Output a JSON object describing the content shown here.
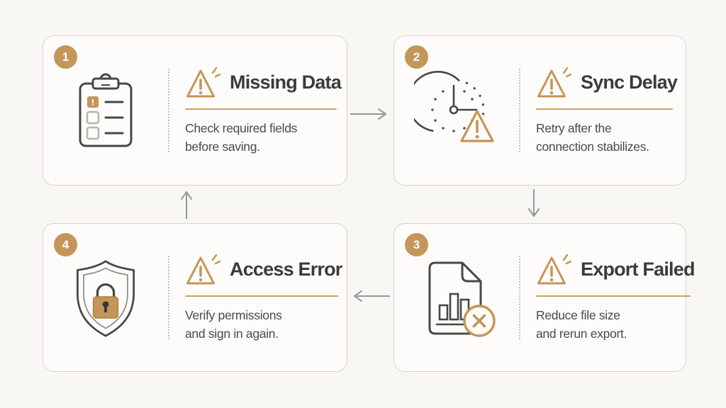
{
  "diagram": {
    "type": "cyclic-flow",
    "theme_colors": {
      "accent_gold": "#c49659",
      "warning_stroke": "#c79455",
      "underline": "#c9a265",
      "title_text": "#3b3b3b",
      "body_text": "#4a4a4a",
      "card_background": "#fdfcfa",
      "page_background": "#f9f7f4",
      "arrow": "#979797"
    },
    "steps": [
      {
        "number": "1",
        "title": "Missing Data",
        "body_lines": [
          "Check required fields",
          "before saving."
        ],
        "icon": "clipboard-checklist-icon"
      },
      {
        "number": "2",
        "title": "Sync Delay",
        "body_lines": [
          "Retry after the",
          "connection stabilizes."
        ],
        "icon": "clock-warning-icon"
      },
      {
        "number": "3",
        "title": "Export Failed",
        "body_lines": [
          "Reduce file size",
          "and rerun export."
        ],
        "icon": "document-chart-error-icon"
      },
      {
        "number": "4",
        "title": "Access Error",
        "body_lines": [
          "Verify permissions",
          "and sign in again."
        ],
        "icon": "shield-lock-icon"
      }
    ],
    "arrows": [
      {
        "from": "1",
        "to": "2",
        "direction": "right"
      },
      {
        "from": "2",
        "to": "3",
        "direction": "down"
      },
      {
        "from": "3",
        "to": "4",
        "direction": "left"
      },
      {
        "from": "4",
        "to": "1",
        "direction": "up"
      }
    ]
  }
}
